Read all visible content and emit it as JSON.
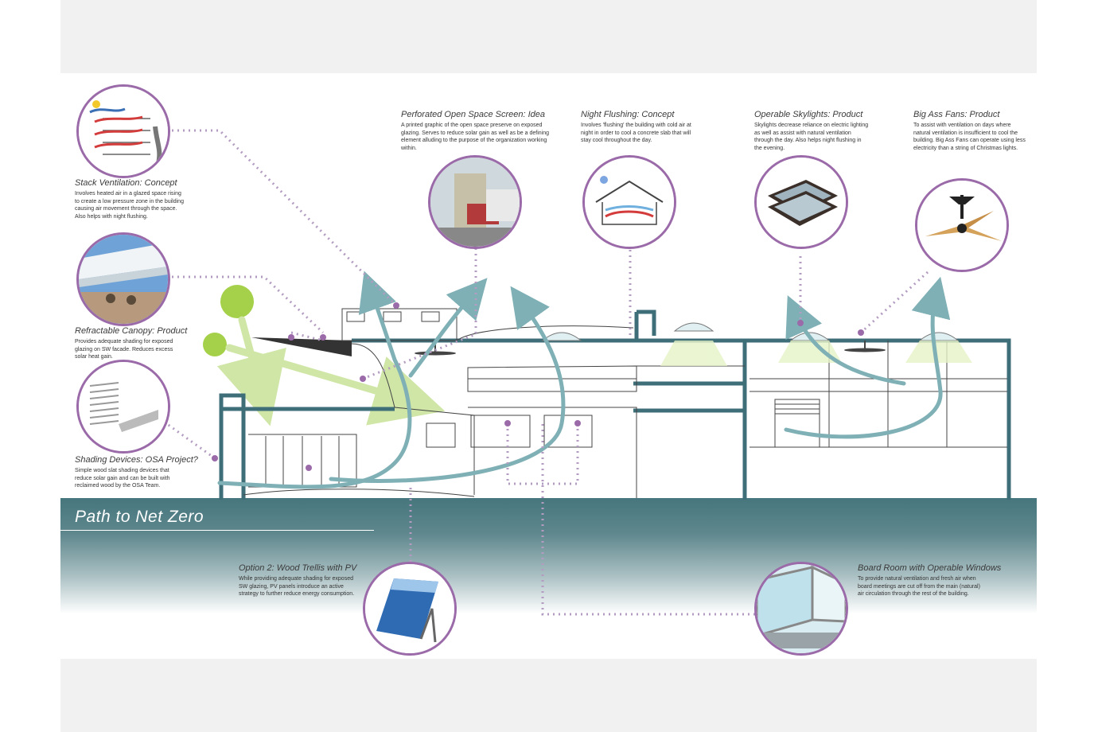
{
  "title": "Path to Net Zero",
  "callouts": [
    {
      "id": "stack",
      "heading": "Stack Ventilation: Concept",
      "body": "Involves heated air in a glazed space rising to create a low pressure zone in the building causing air movement through the space. Also helps with night flushing."
    },
    {
      "id": "canopy",
      "heading": "Refractable Canopy: Product",
      "body": "Provides adequate shading for exposed glazing on SW facade. Reduces excess solar heat gain."
    },
    {
      "id": "shading",
      "heading": "Shading Devices: OSA Project?",
      "body": "Simple wood slat shading devices that reduce solar gain and can be built with reclaimed wood by the OSA Team."
    },
    {
      "id": "screen",
      "heading": "Perforated Open Space Screen: Idea",
      "body": "A printed graphic of the open space preserve on exposed glazing. Serves to reduce solar gain as well as be a defining element alluding to the purpose of the organization working within."
    },
    {
      "id": "night",
      "heading": "Night Flushing: Concept",
      "body": "Involves 'flushing' the building with cold air at night in order to cool a concrete slab that will stay cool throughout the day."
    },
    {
      "id": "skylights",
      "heading": "Operable Skylights: Product",
      "body": "Skylights decrease reliance on electric lighting as well as assist with natural ventilation through the day. Also helps night flushing in the evening."
    },
    {
      "id": "fans",
      "heading": "Big Ass Fans: Product",
      "body": "To assist with ventilation on days where natural ventilation is insufficient to cool the building. Big Ass Fans can operate using less electricity than a string of Christmas lights."
    },
    {
      "id": "trellis",
      "heading": "Option 2: Wood Trellis with PV",
      "body": "While providing adequate shading for exposed SW glazing, PV panels introduce an active strategy to further reduce energy consumption."
    },
    {
      "id": "boardroom",
      "heading": "Board Room with Operable Windows",
      "body": "To provide natural ventilation and fresh air when board meetings are cut off from the main (natural) air circulation through the rest of the building."
    }
  ],
  "colors": {
    "accent": "#9b6aa9",
    "structure": "#3e6e78",
    "airflow": "#7fb0b6",
    "sun": "#a5d14a",
    "ground": "#46767d"
  }
}
